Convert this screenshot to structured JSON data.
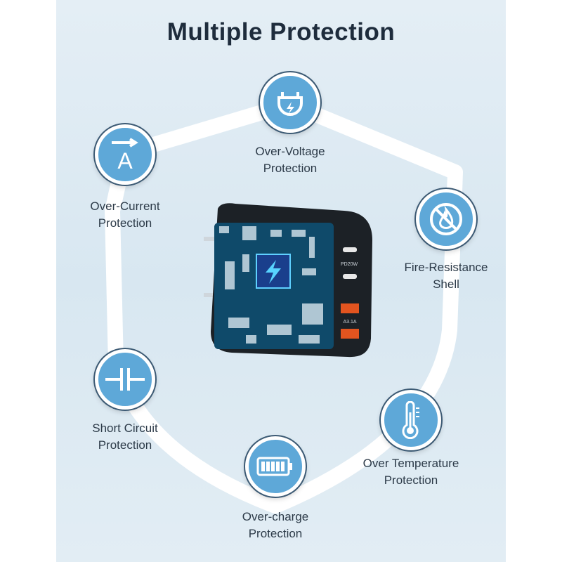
{
  "title": "Multiple Protection",
  "features": [
    {
      "id": "over-voltage",
      "line1": "Over-Voltage",
      "line2": "Protection",
      "icon": "plug-bolt-icon"
    },
    {
      "id": "over-current",
      "line1": "Over-Current",
      "line2": "Protection",
      "icon": "ampere-arrow-icon"
    },
    {
      "id": "fire-resistance",
      "line1": "Fire-Resistance",
      "line2": "Shell",
      "icon": "no-fire-icon"
    },
    {
      "id": "short-circuit",
      "line1": "Short Circuit",
      "line2": "Protection",
      "icon": "capacitor-icon"
    },
    {
      "id": "over-temperature",
      "line1": "Over Temperature",
      "line2": "Protection",
      "icon": "thermometer-icon"
    },
    {
      "id": "over-charge",
      "line1": "Over-charge",
      "line2": "Protection",
      "icon": "battery-icon"
    }
  ],
  "charger": {
    "port_label_c": "PD20W",
    "port_label_a": "A3.1A"
  },
  "colors": {
    "icon_blue": "#5ea8d8",
    "title": "#1e2c3c",
    "board": "#0f4a6a"
  }
}
